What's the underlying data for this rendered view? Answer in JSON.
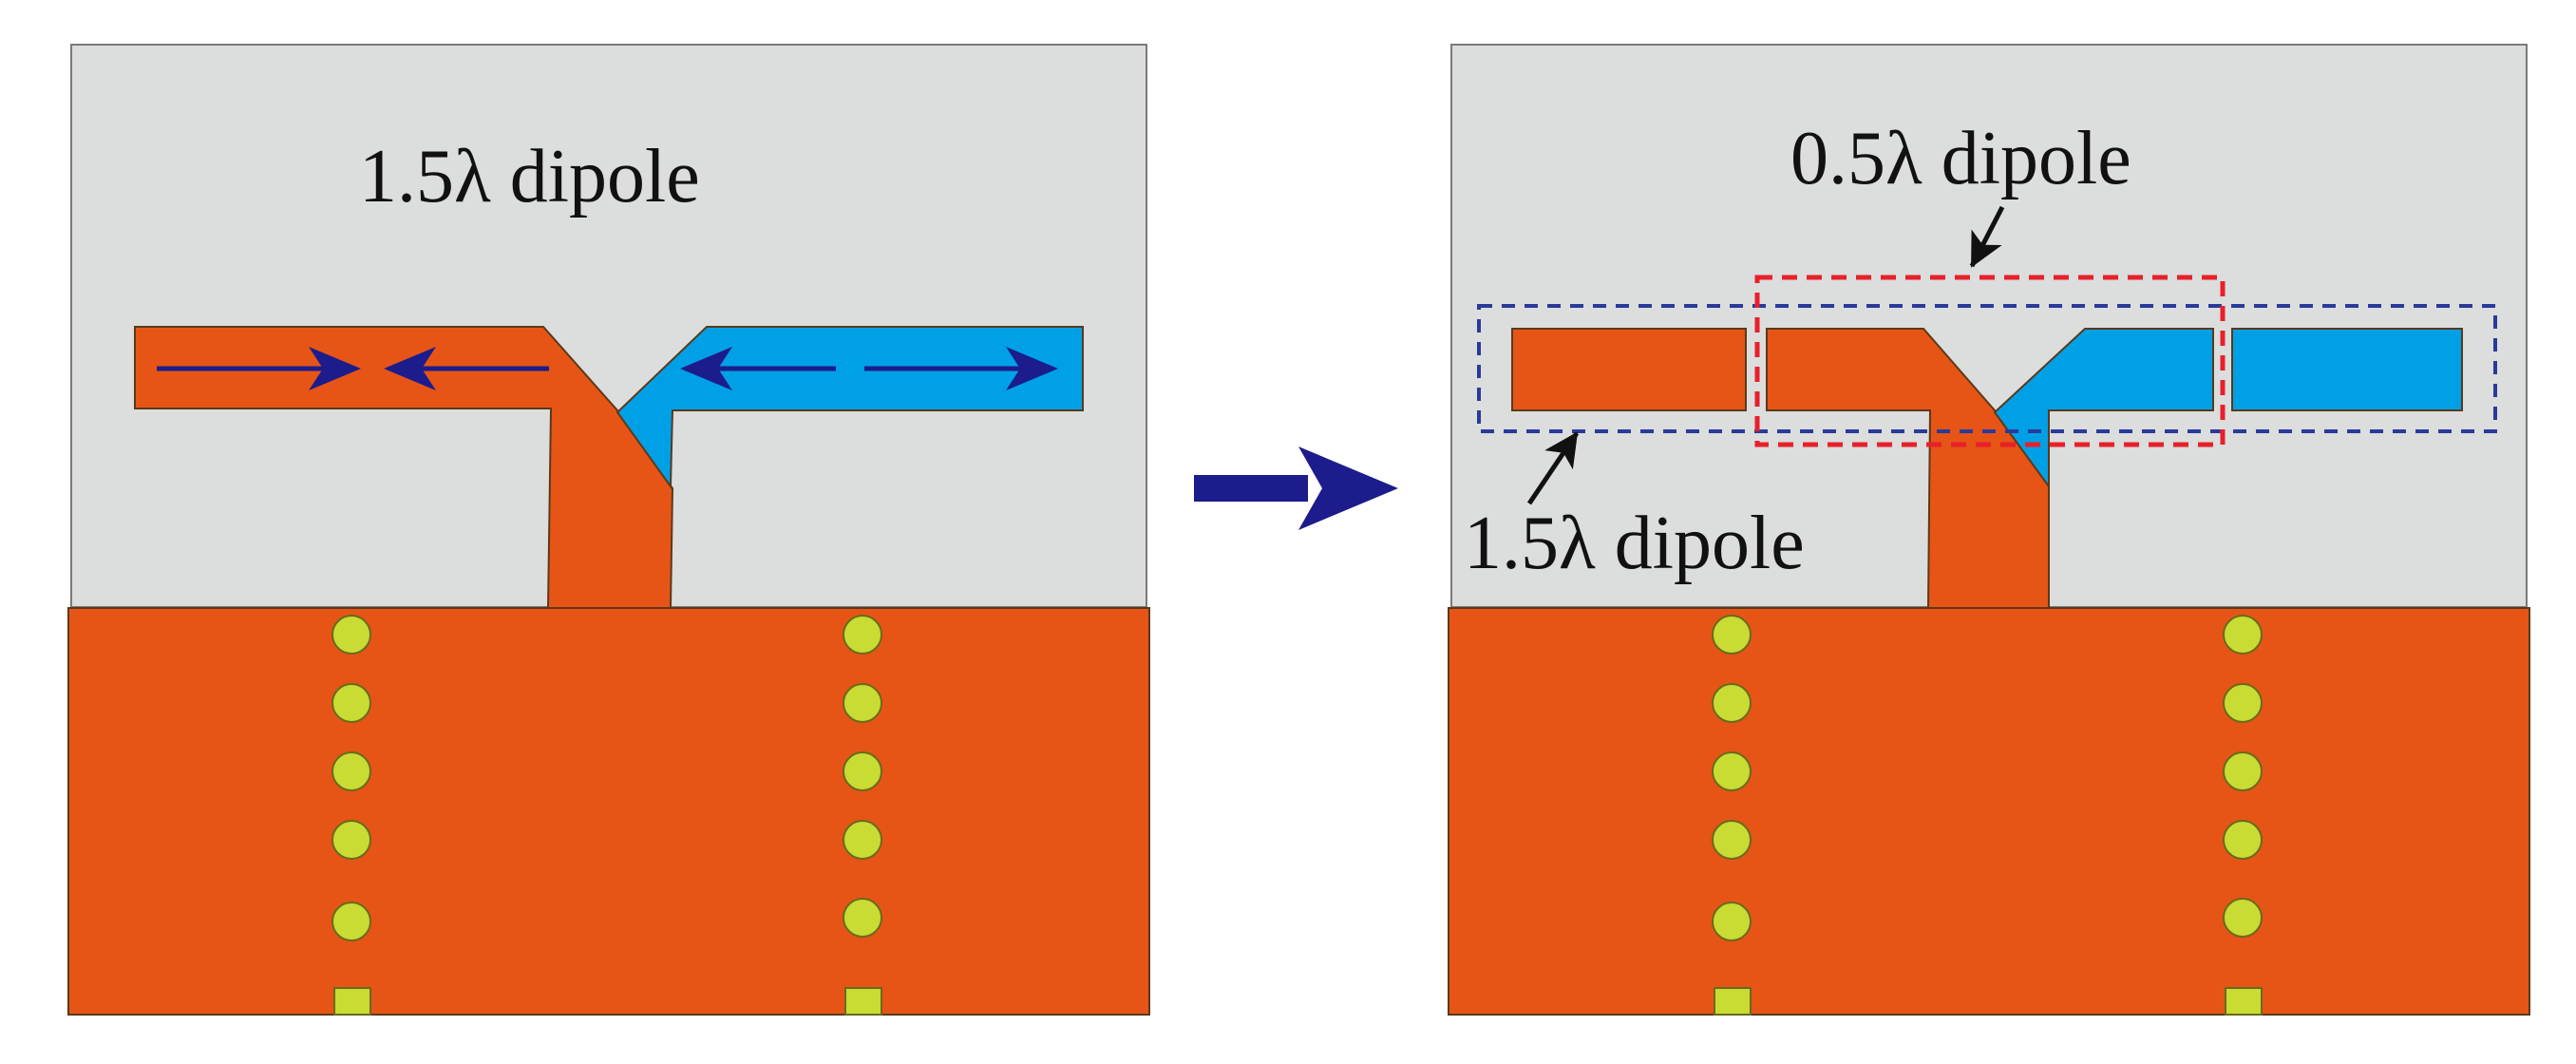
{
  "labels": {
    "left_title": "1.5λ dipole",
    "right_top": "0.5λ dipole",
    "right_bottom": "1.5λ dipole"
  },
  "colors": {
    "background_box": "#dcdddd",
    "copper": "#e65516",
    "blue_arm": "#00a0e6",
    "via": "#c8dc34",
    "arrow": "#1c1c8c",
    "red_dashed": "#e8202a",
    "blue_dashed": "#2a3a9a",
    "outline": "#5a3a1a"
  }
}
